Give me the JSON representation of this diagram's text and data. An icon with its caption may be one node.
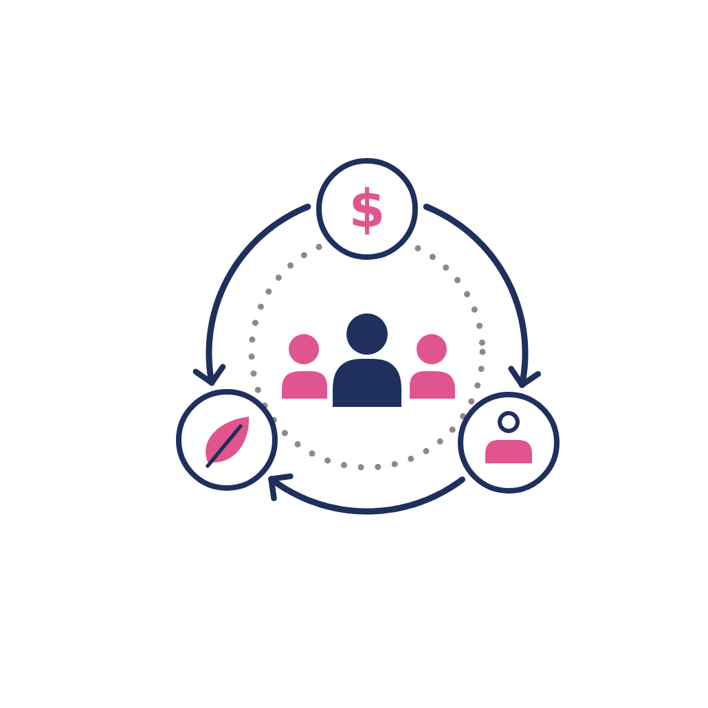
{
  "diagram": {
    "nodes": [
      {
        "text": [
          "$"
        ]
      },
      {
        "text": [],
        "shape": "circle"
      },
      {
        "text": [],
        "shape": "circle"
      }
    ],
    "edges": [
      {
        "from": 0,
        "to": 1,
        "arrow": "to"
      },
      {
        "from": 0,
        "to": 2,
        "arrow": "to"
      },
      {
        "from": 2,
        "to": 1,
        "arrow": "to"
      }
    ]
  }
}
